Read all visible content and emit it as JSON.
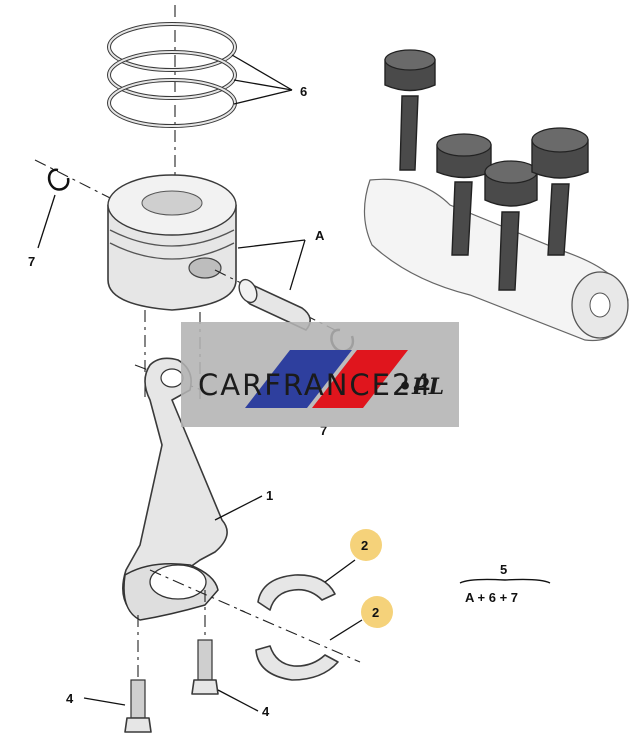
{
  "callouts": {
    "rings": "6",
    "circlip_left": "7",
    "pin_kit": "A",
    "circlip_right": "7",
    "conrod": "1",
    "bearing_upper": "2",
    "bearing_lower": "2",
    "bolt_left": "4",
    "bolt_right": "4"
  },
  "kit_formula": {
    "number": "5",
    "composition": "A + 6 + 7"
  },
  "watermark": {
    "text": "CARFRANCE24",
    "suffix": "•PL"
  },
  "colors": {
    "highlight": "#f5d27a",
    "watermark_blue": "#2e3f9e",
    "watermark_red": "#e0151d",
    "watermark_bg": "#b3b3b3"
  }
}
